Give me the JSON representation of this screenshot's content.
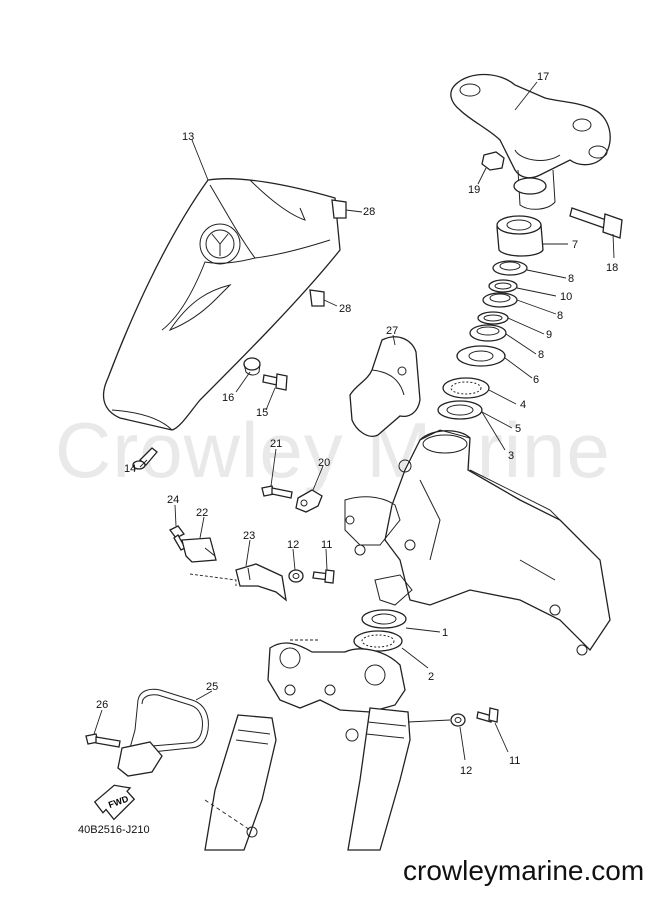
{
  "watermark": "Crowley Marine",
  "diagram_code": "40B2516-J210",
  "website": "crowleymarine.com",
  "fwd_label": "FWD",
  "callouts": [
    "17",
    "19",
    "7",
    "18",
    "8",
    "10",
    "8",
    "9",
    "8",
    "6",
    "4",
    "5",
    "3",
    "13",
    "28",
    "28",
    "27",
    "16",
    "15",
    "14",
    "21",
    "20",
    "24",
    "22",
    "23",
    "12",
    "11",
    "1",
    "2",
    "25",
    "26",
    "12",
    "11"
  ]
}
